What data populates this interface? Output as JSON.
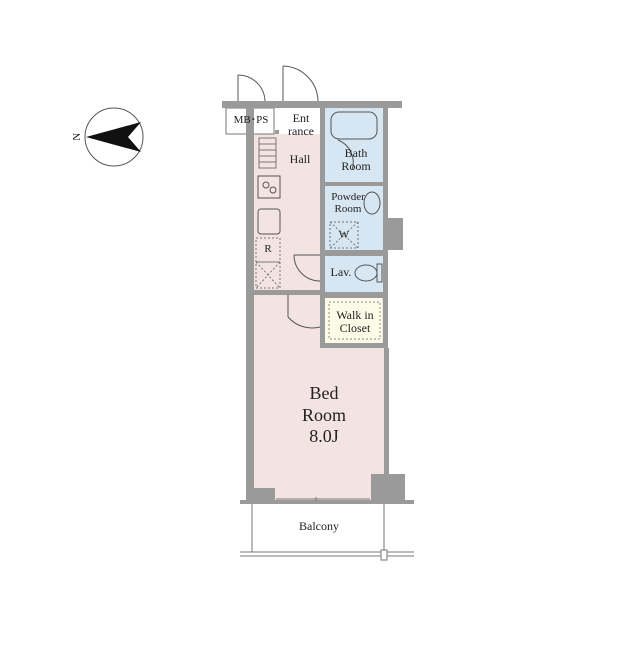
{
  "rooms": {
    "mbps": "MB･PS",
    "entrance": "Ent\nrance",
    "hall": "Hall",
    "bath": "Bath\nRoom",
    "powder": "Powder\nRoom",
    "washer": "W",
    "fridge": "R",
    "lav": "Lav.",
    "closet": "Walk in\nCloset",
    "bedroom": "Bed\nRoom\n8.0J",
    "balcony": "Balcony"
  },
  "compass": {
    "north": "N"
  },
  "colors": {
    "wall": "#9a9a9a",
    "bedroom_floor": "#f3e4e2",
    "wet_area": "#d6e6f2",
    "closet_floor": "#fbfbe7",
    "outline": "#555555"
  }
}
